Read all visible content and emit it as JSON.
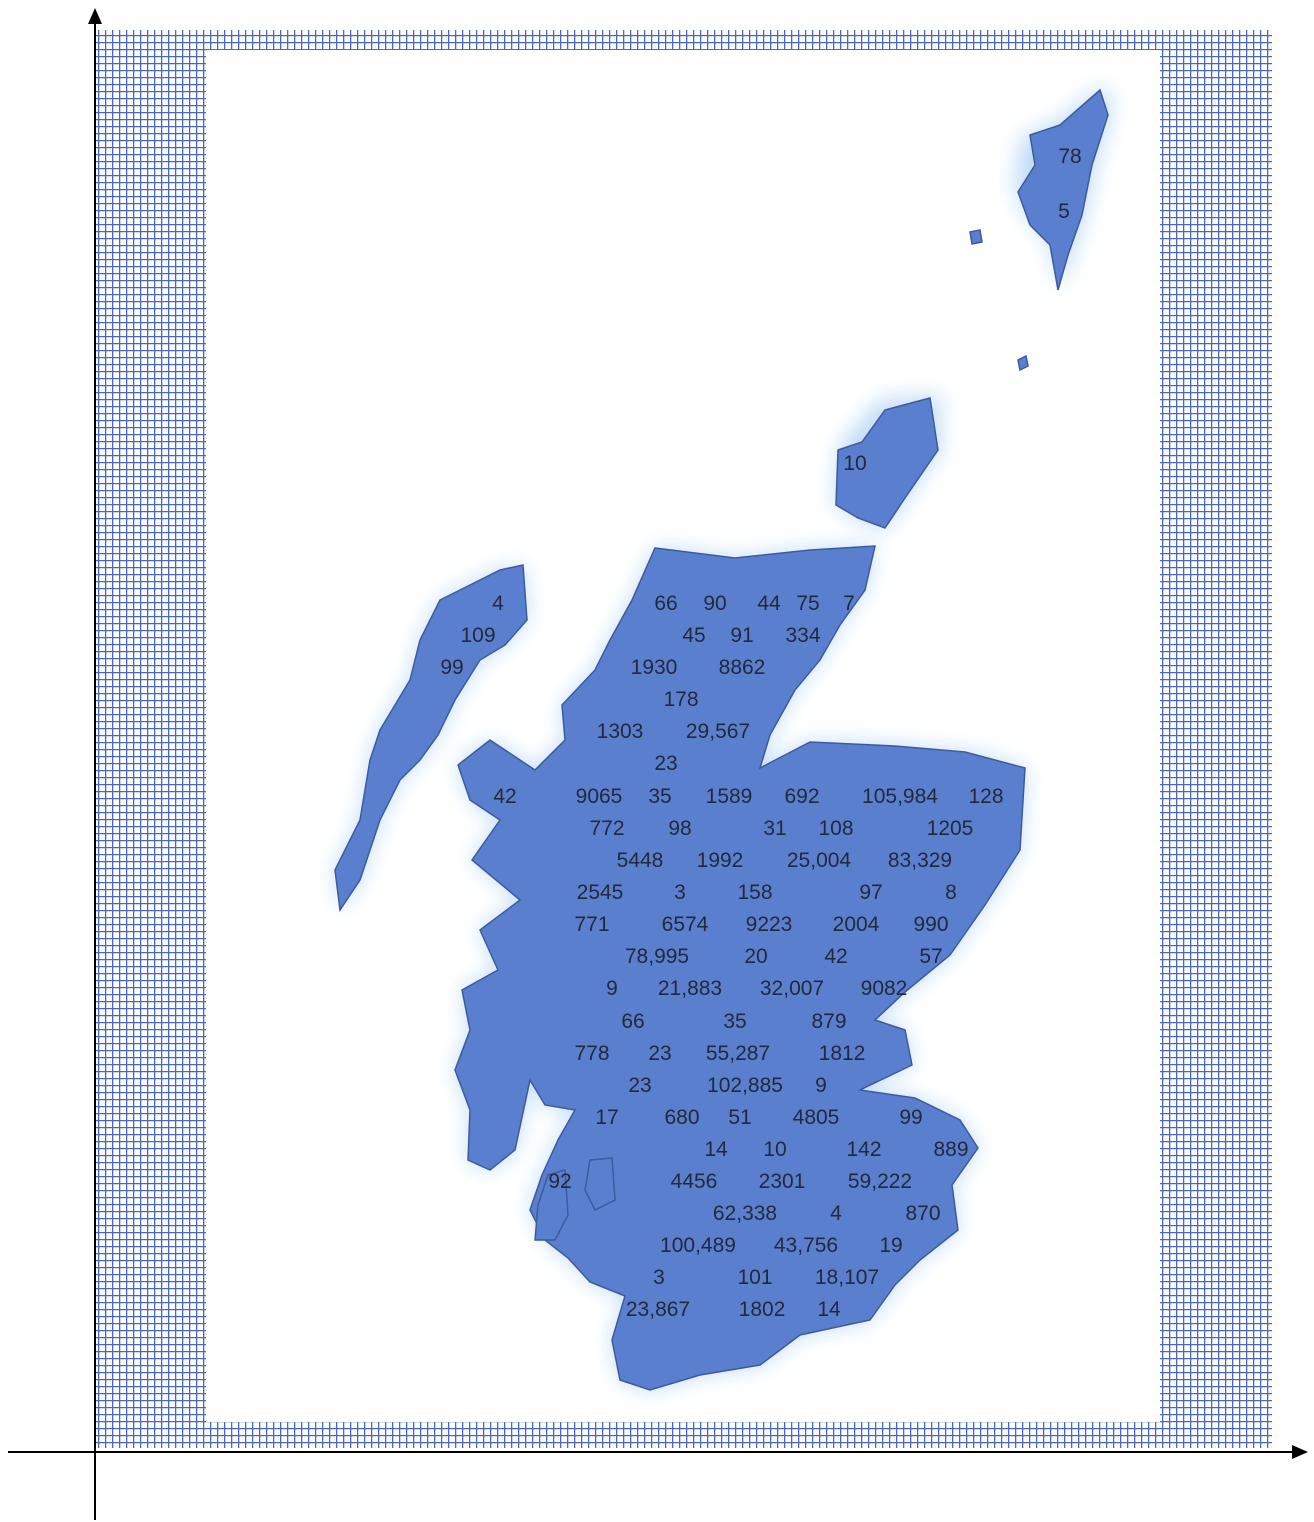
{
  "colors": {
    "frame_pattern": "#4a67b8",
    "land_fill": "#5b7fcf",
    "land_glow": "#bcd9f5",
    "axis": "#000000",
    "text": "#222a3a"
  },
  "icons": {
    "x_axis_arrow": "x-axis-arrow-icon",
    "y_axis_arrow": "y-axis-arrow-icon"
  },
  "labels": [
    {
      "region": "shetland",
      "text": "78"
    },
    {
      "region": "shetland",
      "text": "5"
    },
    {
      "region": "orkney",
      "text": "10"
    },
    {
      "region": "western-isles",
      "text": "4"
    },
    {
      "region": "western-isles",
      "text": "109"
    },
    {
      "region": "western-isles",
      "text": "99"
    },
    {
      "region": "highlands",
      "text": "66"
    },
    {
      "region": "highlands",
      "text": "90"
    },
    {
      "region": "highlands",
      "text": "44"
    },
    {
      "region": "highlands",
      "text": "75"
    },
    {
      "region": "highlands",
      "text": "7"
    },
    {
      "region": "highlands",
      "text": "45"
    },
    {
      "region": "highlands",
      "text": "91"
    },
    {
      "region": "highlands",
      "text": "334"
    },
    {
      "region": "highlands",
      "text": "1930"
    },
    {
      "region": "highlands",
      "text": "8862"
    },
    {
      "region": "highlands",
      "text": "178"
    },
    {
      "region": "highlands",
      "text": "1303"
    },
    {
      "region": "highlands",
      "text": "29,567"
    },
    {
      "region": "highlands",
      "text": "23"
    },
    {
      "region": "west-coast",
      "text": "42"
    },
    {
      "region": "central",
      "text": "9065"
    },
    {
      "region": "central",
      "text": "35"
    },
    {
      "region": "central",
      "text": "1589"
    },
    {
      "region": "central",
      "text": "692"
    },
    {
      "region": "grampian",
      "text": "105,984"
    },
    {
      "region": "grampian",
      "text": "128"
    },
    {
      "region": "central",
      "text": "772"
    },
    {
      "region": "central",
      "text": "98"
    },
    {
      "region": "central",
      "text": "31"
    },
    {
      "region": "central",
      "text": "108"
    },
    {
      "region": "grampian",
      "text": "1205"
    },
    {
      "region": "central",
      "text": "5448"
    },
    {
      "region": "central",
      "text": "1992"
    },
    {
      "region": "central",
      "text": "25,004"
    },
    {
      "region": "grampian",
      "text": "83,329"
    },
    {
      "region": "central",
      "text": "2545"
    },
    {
      "region": "central",
      "text": "3"
    },
    {
      "region": "central",
      "text": "158"
    },
    {
      "region": "central",
      "text": "97"
    },
    {
      "region": "grampian",
      "text": "8"
    },
    {
      "region": "central",
      "text": "771"
    },
    {
      "region": "central",
      "text": "6574"
    },
    {
      "region": "central",
      "text": "9223"
    },
    {
      "region": "central",
      "text": "2004"
    },
    {
      "region": "grampian",
      "text": "990"
    },
    {
      "region": "central",
      "text": "78,995"
    },
    {
      "region": "central",
      "text": "20"
    },
    {
      "region": "central",
      "text": "42"
    },
    {
      "region": "grampian",
      "text": "57"
    },
    {
      "region": "central",
      "text": "9"
    },
    {
      "region": "central",
      "text": "21,883"
    },
    {
      "region": "central",
      "text": "32,007"
    },
    {
      "region": "central",
      "text": "9082"
    },
    {
      "region": "central",
      "text": "66"
    },
    {
      "region": "central",
      "text": "35"
    },
    {
      "region": "central",
      "text": "879"
    },
    {
      "region": "central",
      "text": "778"
    },
    {
      "region": "central",
      "text": "23"
    },
    {
      "region": "central",
      "text": "55,287"
    },
    {
      "region": "central",
      "text": "1812"
    },
    {
      "region": "central",
      "text": "23"
    },
    {
      "region": "central",
      "text": "102,885"
    },
    {
      "region": "central",
      "text": "9"
    },
    {
      "region": "central",
      "text": "17"
    },
    {
      "region": "central",
      "text": "680"
    },
    {
      "region": "central",
      "text": "51"
    },
    {
      "region": "lothian",
      "text": "4805"
    },
    {
      "region": "lothian",
      "text": "99"
    },
    {
      "region": "southern",
      "text": "14"
    },
    {
      "region": "southern",
      "text": "10"
    },
    {
      "region": "southern",
      "text": "142"
    },
    {
      "region": "southern",
      "text": "889"
    },
    {
      "region": "west-coast",
      "text": "92"
    },
    {
      "region": "southern",
      "text": "4456"
    },
    {
      "region": "southern",
      "text": "2301"
    },
    {
      "region": "southern",
      "text": "59,222"
    },
    {
      "region": "southern",
      "text": "62,338"
    },
    {
      "region": "southern",
      "text": "4"
    },
    {
      "region": "southern",
      "text": "870"
    },
    {
      "region": "southern",
      "text": "100,489"
    },
    {
      "region": "southern",
      "text": "43,756"
    },
    {
      "region": "southern",
      "text": "19"
    },
    {
      "region": "southern",
      "text": "3"
    },
    {
      "region": "southern",
      "text": "101"
    },
    {
      "region": "southern",
      "text": "18,107"
    },
    {
      "region": "southern",
      "text": "23,867"
    },
    {
      "region": "southern",
      "text": "1802"
    },
    {
      "region": "southern",
      "text": "14"
    }
  ]
}
